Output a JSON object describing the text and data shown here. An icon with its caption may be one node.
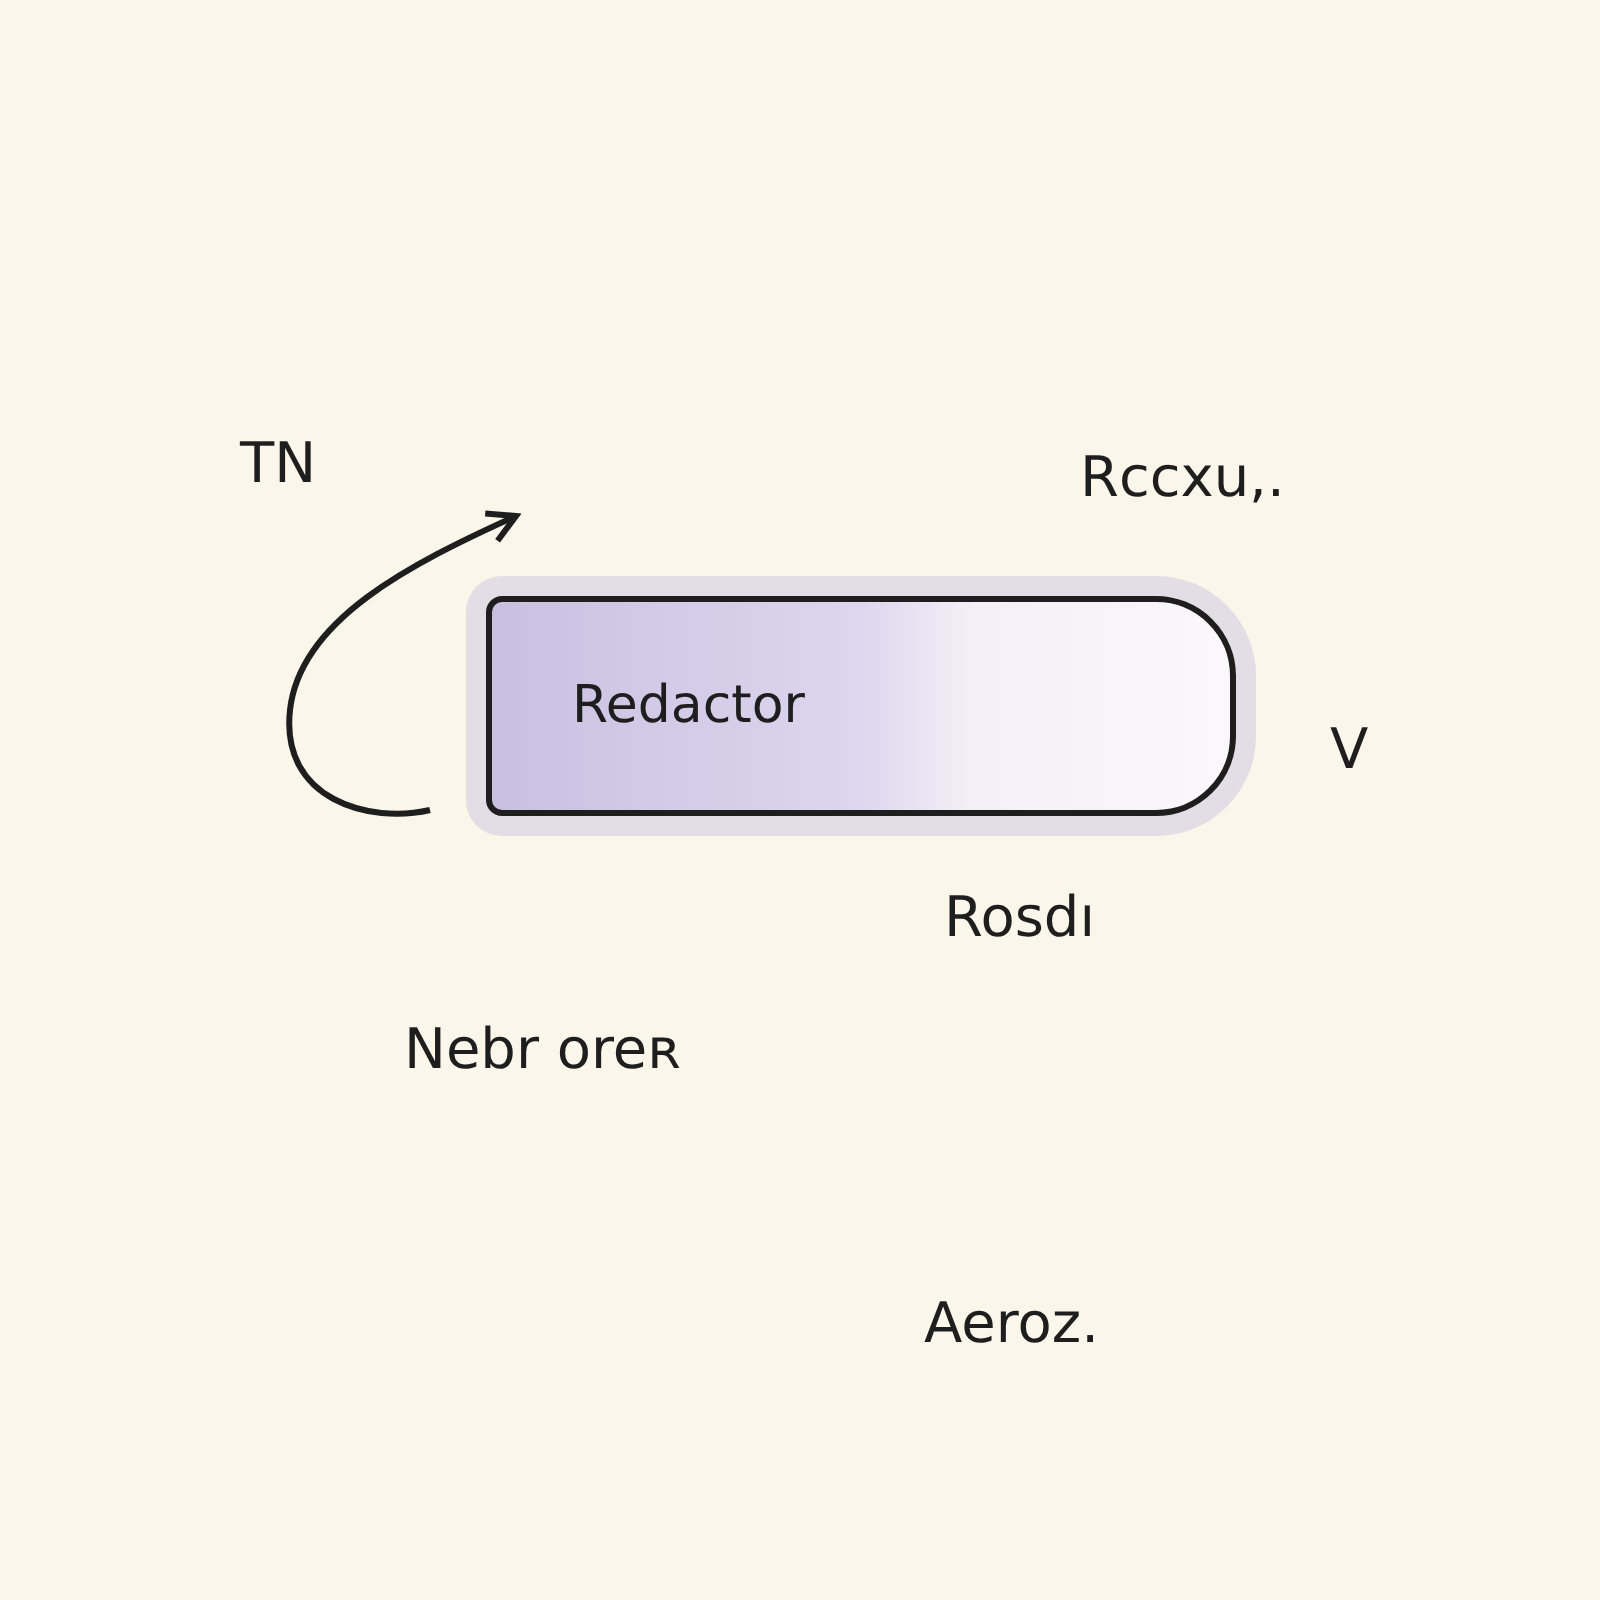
{
  "diagram": {
    "nodes": [
      {
        "text": [
          "Redactor"
        ]
      }
    ],
    "labels": [
      "TN",
      "Rccxu,.",
      "V",
      "Rosdı",
      "Nebr oreʀ",
      "Aeroz."
    ]
  }
}
